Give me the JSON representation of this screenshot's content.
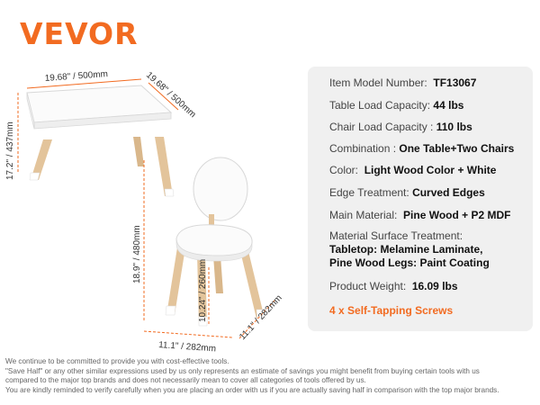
{
  "brand": {
    "logo_text": "VEVOR",
    "accent": "#f26b21"
  },
  "illustration": {
    "table_width": "19.68\" / 500mm",
    "table_depth": "19.68\" / 500mm",
    "table_height": "17.2\" / 437mm",
    "chair_height": "18.9\" / 480mm",
    "seat_height": "10.24\" / 260mm",
    "chair_width": "11.1\" / 282mm",
    "chair_depth": "11.1\" / 282mm"
  },
  "specs": {
    "model": {
      "label": "Item Model Number:",
      "value": "TF13067"
    },
    "table_load": {
      "label": "Table Load Capacity:",
      "value": "44 lbs"
    },
    "chair_load": {
      "label": "Chair Load Capacity :",
      "value": "110 lbs"
    },
    "combination": {
      "label": "Combination :",
      "value": "One Table+Two Chairs"
    },
    "color": {
      "label": "Color:",
      "value": "Light Wood Color + White"
    },
    "edge": {
      "label": "Edge Treatment:",
      "value": "Curved Edges"
    },
    "material": {
      "label": "Main Material:",
      "value": "Pine Wood + P2 MDF"
    },
    "surface": {
      "label": "Material Surface Treatment:",
      "value_line1": "Tabletop: Melamine Laminate,",
      "value_line2": "Pine Wood Legs: Paint Coating"
    },
    "weight": {
      "label": "Product Weight:",
      "value": "16.09 lbs"
    },
    "screws": "4 x Self-Tapping Screws"
  },
  "disclaimer": {
    "line1": "We continue to be committed to provide you with cost-effective tools.",
    "line2": "\"Save Half\" or any other similar expressions used by us only represents an estimate of savings you might benefit from buying certain tools with us",
    "line3": "compared to the major top brands and does not necessarily mean to cover all categories of tools offered by us.",
    "line4": "You are kindly reminded to verify carefully when you are placing an order with us if you are actually saving half in comparison with the top major brands."
  }
}
